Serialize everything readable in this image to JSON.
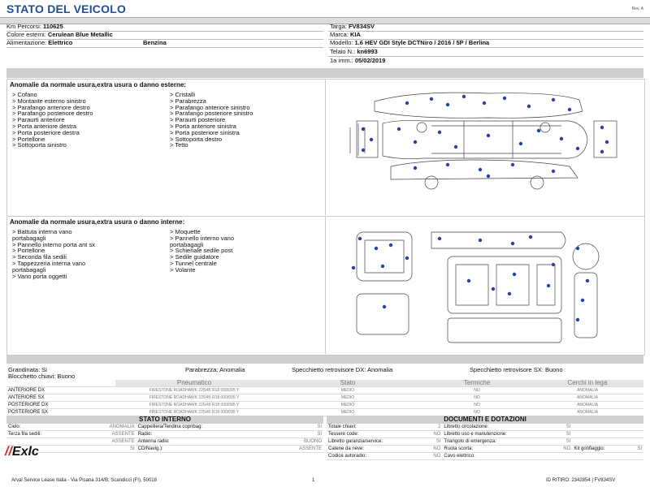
{
  "header": {
    "title": "STATO DEL VEICOLO",
    "rev": "Rev. A"
  },
  "vehicle": {
    "km_label": "Km Percorsi:",
    "km_value": "110625",
    "colore_label": "Colore esterni:",
    "colore_value": "Cerulean Blue Metallic",
    "alim_label": "Alimentazione:",
    "alim_value": "Elettrico",
    "alim_value2": "Benzina",
    "targa_label": "Targa:",
    "targa_value": "FV834SV",
    "marca_label": "Marca:",
    "marca_value": "KIA",
    "modello_label": "Modello:",
    "modello_value": "1.6 HEV GDI Style DCTNiro / 2016 / 5P / Berlina",
    "telaio_label": "Telaio N.:",
    "telaio_value": "kn6993",
    "imm_label": "1a imm.:",
    "imm_value": "05/02/2019"
  },
  "external": {
    "title": "Anomalie da normale usura,extra usura o danno esterne:",
    "col1": [
      "> Cofano",
      "> Montante esterno sinistro",
      "> Parafango anteriore destro",
      "> Parafango posteriore destro",
      "> Paraurti anteriore",
      "> Porta anteriore destra",
      "> Porta posteriore destra",
      "> Portellone",
      "> Sottoporta sinistro"
    ],
    "col2": [
      "> Cristalli",
      "> Parabrezza",
      "> Parafango anteriore sinistro",
      "> Parafango posteriore sinistro",
      "> Paraurti posteriore",
      "> Porta anteriore sinistra",
      "> Porta posteriore sinistra",
      "> Sottoporta destro",
      "> Tetto"
    ]
  },
  "internal": {
    "title": "Anomalie da normale usura,extra usura o danno interne:",
    "col1": [
      "> Battuta interna vano",
      "portabagagli",
      "> Pannello interno porta ant sx",
      "> Portellone",
      "> Seconda fila sedili",
      "> Tappezzeria interna vano",
      "portabagagli",
      "> Vano porta oggetti"
    ],
    "col2": [
      "> Moquette",
      "> Pannello interno vano",
      "portabagagli",
      "> Schienale sedile post",
      "> Sedile guidatore",
      "> Tunnel centrale",
      "> Volante"
    ]
  },
  "status_line": {
    "grandinata": "Grandinata: Si",
    "parabrezza": "Parabrezza: Anomalia",
    "specchietto_dx": "Specchietto retrovisore DX: Anomalia",
    "specchietto_sx": "Specchietto retrovisore SX: Buono",
    "blocchetto": "Blocchetto chiavi: Buono"
  },
  "tyres": {
    "headers": [
      "Pneumatico",
      "Stato",
      "Termiche",
      "Cerchi in lega"
    ],
    "rows": [
      {
        "pos": "ANTERIORE DX",
        "tyre": "FIRESTONE ROADHAWK 225/45 R18 000/095 Y",
        "stato": "MEDIO",
        "termiche": "NO",
        "cerchi": "ANOMALIA"
      },
      {
        "pos": "ANTERIORE SX",
        "tyre": "FIRESTONE ROADHAWK 225/45 R18 000/095 Y",
        "stato": "MEDIO",
        "termiche": "NO",
        "cerchi": "ANOMALIA"
      },
      {
        "pos": "POSTERIORE DX",
        "tyre": "FIRESTONE ROADHAWK 225/45 R18 000/095 Y",
        "stato": "MEDIO",
        "termiche": "NO",
        "cerchi": "ANOMALIA"
      },
      {
        "pos": "POSTERIORE SX",
        "tyre": "FIRESTONE ROADHAWK 225/45 R18 000/095 Y",
        "stato": "MEDIO",
        "termiche": "NO",
        "cerchi": "ANOMALIA"
      }
    ]
  },
  "stato_interno": {
    "title": "STATO INTERNO",
    "rows": [
      [
        "Cielo:",
        "ANOMALIA",
        "Cappelliera/Tendina copribag:",
        "SI"
      ],
      [
        "Terza fila sedili:",
        "ASSENTE",
        "Radio:",
        "SI"
      ],
      [
        "",
        "ASSENTE",
        "Antenna radio:",
        "BUONO"
      ],
      [
        "",
        "SI",
        "CD/Navig.):",
        "ASSENTE"
      ]
    ]
  },
  "documenti": {
    "title": "DOCUMENTI E DOTAZIONI",
    "rows": [
      [
        "Totale chiavi:",
        "2",
        "Libretto circolazione:",
        "SI",
        "",
        ""
      ],
      [
        "Tessere code:",
        "NO",
        "Libretto uso e manutenzione:",
        "SI",
        "",
        ""
      ],
      [
        "Libretto garanzia/service:",
        "SI",
        "Triangolo di emergenza:",
        "SI",
        "",
        ""
      ],
      [
        "Catene da neve:",
        "NO",
        "Ruota scorta:",
        "NO",
        "Kit gonfiaggio:",
        "SI"
      ],
      [
        "Codice autoradio:",
        "NO",
        "Cavo elettrico:",
        "",
        "",
        ""
      ]
    ]
  },
  "footer": {
    "address": "Arval Service Lease Italia - Via Pisana 314/B, Scandicci (FI), 50018",
    "page": "1",
    "id_ritiro": "ID RITIRO: 2342854 | FV834SV",
    "logo": "Exlc",
    "logo_prefix": "//"
  },
  "colors": {
    "title": "#1d4e9a",
    "dot": "#2a3fae",
    "logo_accent": "#d0262c"
  }
}
